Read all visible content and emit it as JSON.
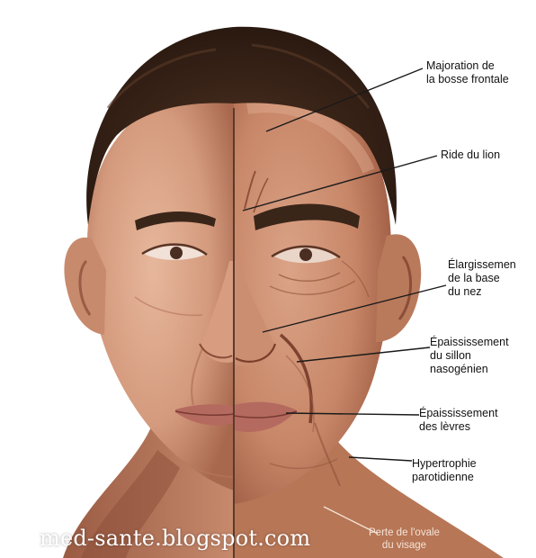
{
  "colors": {
    "hair": "#3a2519",
    "skin_light": "#d9a48a",
    "skin_mid": "#c98a6b",
    "skin_shadow": "#a9664b",
    "lips": "#b56a5f",
    "background_right": "#9a5a45",
    "pointer": "#1a1a1a",
    "divider": "#5a3a2c"
  },
  "labels": {
    "frontal_bossing": "Majoration de\nla bosse frontale",
    "frown_line": "Ride du lion",
    "nose_widening": "Élargissemen\nde la base\ndu nez",
    "nasolabial_fold": "Épaississement\ndu sillon\nnasogénien",
    "lip_thickening": "Épaississement\ndes lèvres",
    "parotid_hypertrophy": "Hypertrophie\nparotidienne",
    "oval_loss": "Perte de l'ovale\ndu visage"
  },
  "watermark": "med-sante.blogspot.com",
  "icons": {
    "face": "face-illustration",
    "pointer": "leader-line"
  }
}
